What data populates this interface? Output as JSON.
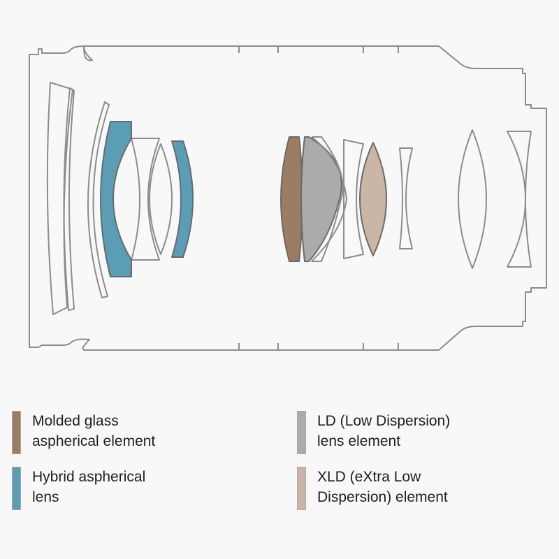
{
  "colors": {
    "background": "#f8f8f8",
    "outline": "#8c8c8c",
    "molded_glass": "#9c7c62",
    "hybrid_aspherical": "#5c9db6",
    "ld": "#ababab",
    "xld": "#cbb6a6"
  },
  "legend": [
    {
      "key": "molded_glass",
      "label": "Molded glass\naspherical element"
    },
    {
      "key": "ld",
      "label": "LD (Low Dispersion)\nlens element"
    },
    {
      "key": "hybrid_aspherical",
      "label": "Hybrid aspherical\nlens"
    },
    {
      "key": "xld",
      "label": "XLD (eXtra Low\nDispersion) element"
    }
  ]
}
